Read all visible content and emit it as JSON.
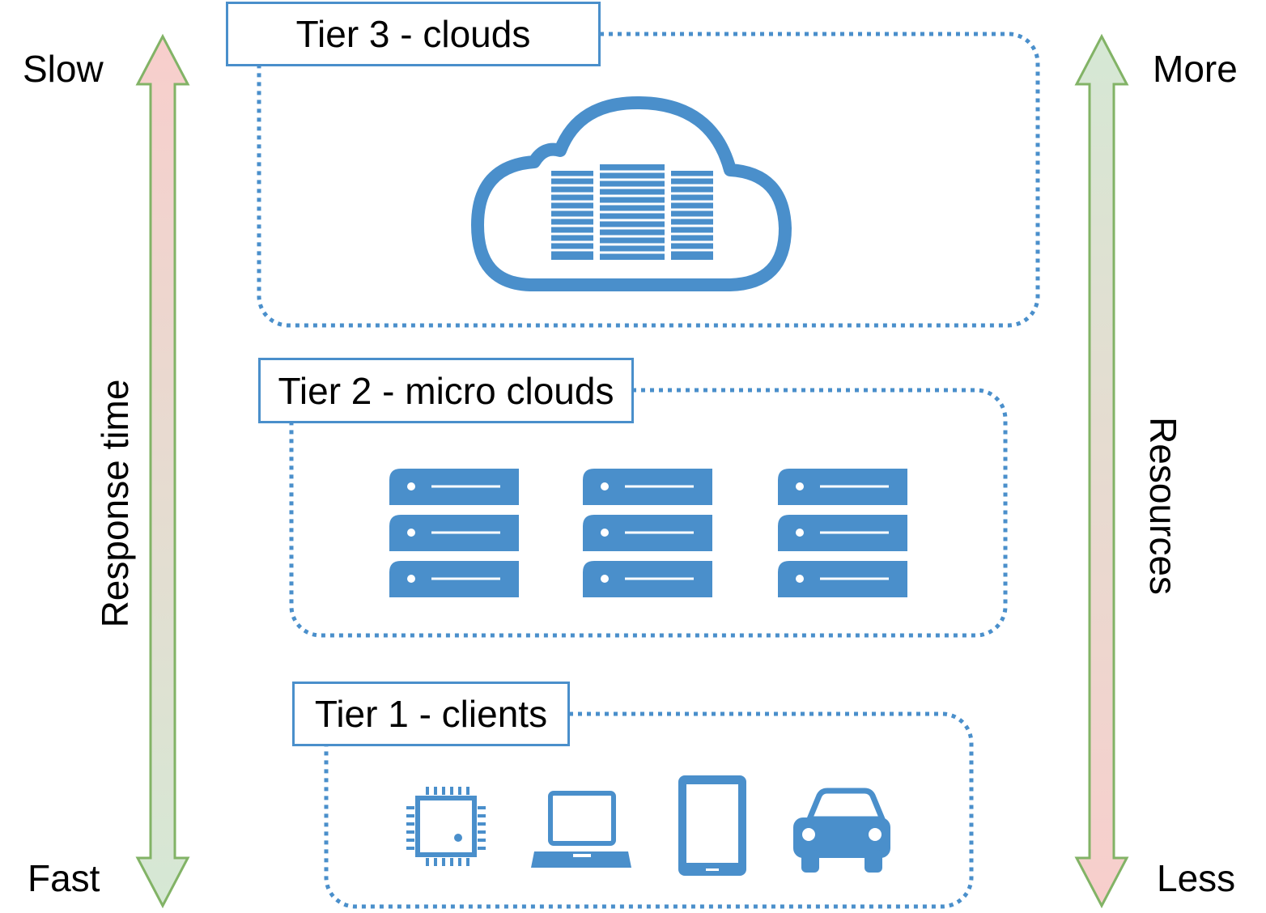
{
  "left_axis": {
    "top": "Slow",
    "bottom": "Fast",
    "label": "Response time"
  },
  "right_axis": {
    "top": "More",
    "bottom": "Less",
    "label": "Resources"
  },
  "tiers": [
    {
      "label": "Tier 3 - clouds",
      "icon": "cloud-datacenter-icon"
    },
    {
      "label": "Tier 2 - micro clouds",
      "icon": "server-rack-icon"
    },
    {
      "label": "Tier 1 - clients",
      "icons": [
        "chip-icon",
        "laptop-icon",
        "tablet-icon",
        "car-icon"
      ]
    }
  ],
  "colors": {
    "accent": "#4a8fcb",
    "arrow_stroke": "#82b366",
    "red_fill": "#f8cecc",
    "green_fill": "#d5e8d4"
  }
}
